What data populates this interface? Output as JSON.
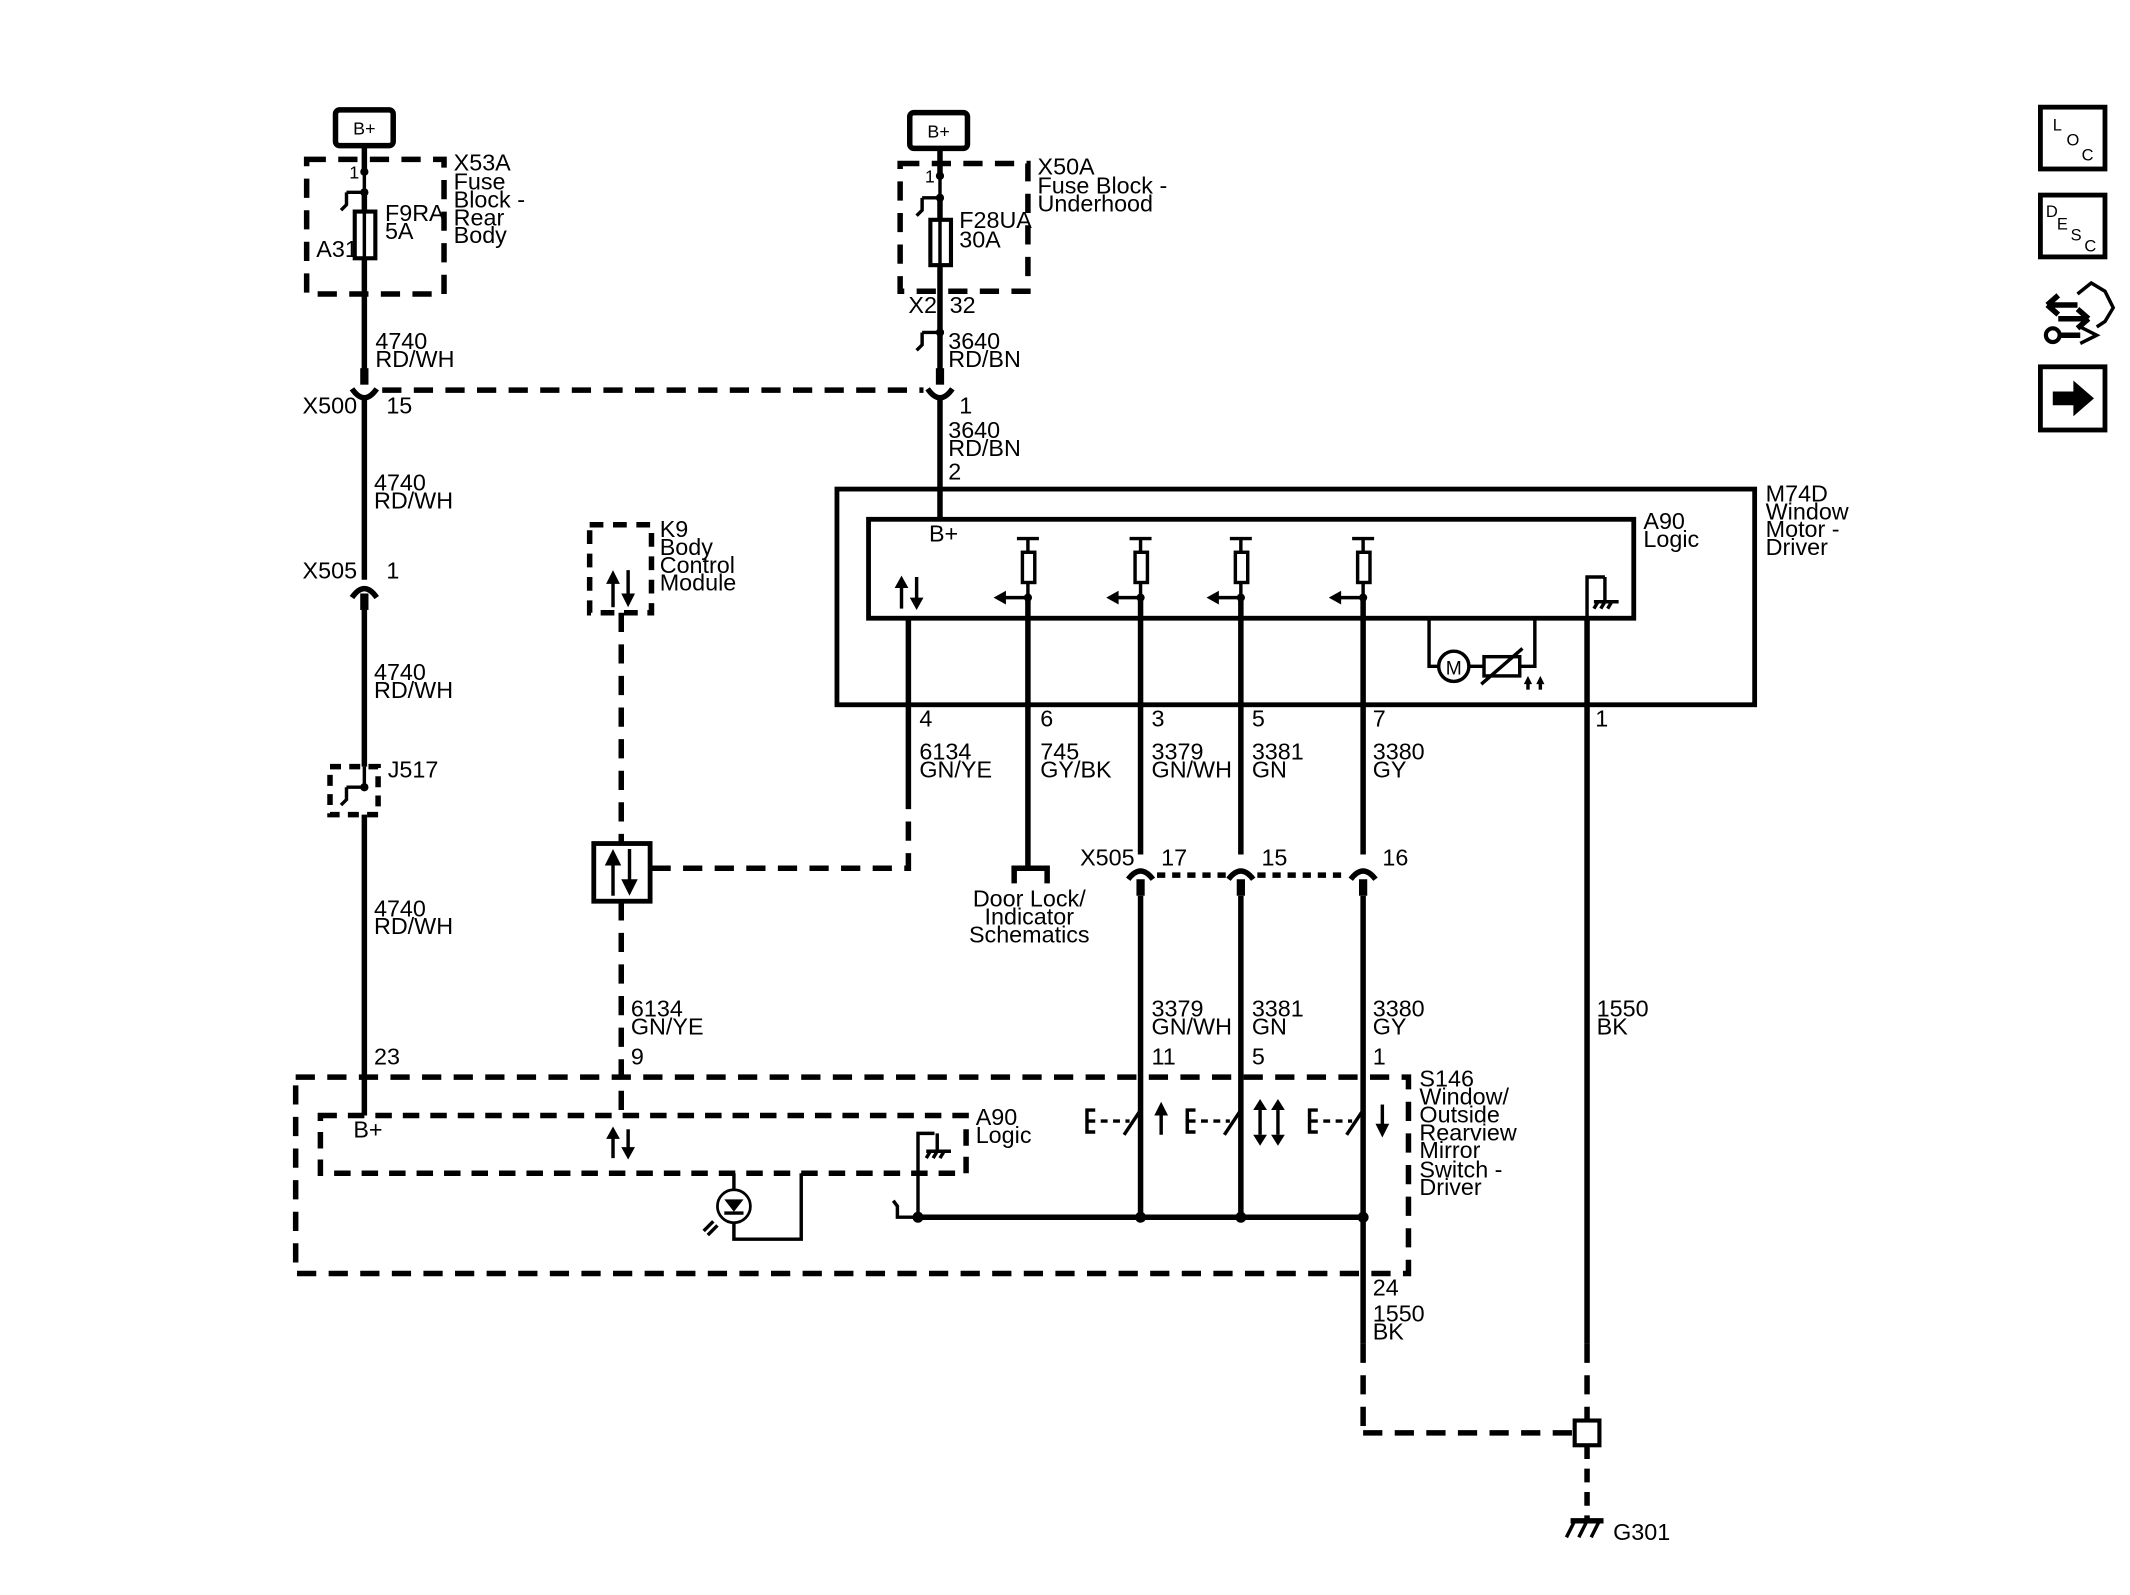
{
  "power": {
    "bplus": "B+"
  },
  "fuse_rear": {
    "connector": "X53A",
    "line1": "Fuse",
    "line2": "Block -",
    "line3": "Rear",
    "line4": "Body",
    "fuse_name": "F9RA",
    "fuse_rating": "5A",
    "pin_in": "1",
    "location": "A31"
  },
  "fuse_underhood": {
    "connector": "X50A",
    "line1": "Fuse Block -",
    "line2": "Underhood",
    "fuse_name": "F28UA",
    "fuse_rating": "30A",
    "pin_in": "1",
    "conn_out": "X2",
    "pin_out": "32"
  },
  "wires": {
    "w4740": "4740",
    "rdwh": "RD/WH",
    "w3640": "3640",
    "rdbn": "RD/BN",
    "w6134": "6134",
    "gnye": "GN/YE",
    "w745": "745",
    "gybk": "GY/BK",
    "w3379": "3379",
    "gnwh": "GN/WH",
    "w3381": "3381",
    "gn": "GN",
    "w3380": "3380",
    "gy": "GY",
    "w1550": "1550",
    "bk": "BK"
  },
  "connectors": {
    "x500": "X500",
    "x500_pin_left": "15",
    "x500_pin_right": "1",
    "x505": "X505",
    "x505_pin_top": "1",
    "j517": "J517",
    "x505_b": "X505",
    "x505_pin17": "17",
    "x505_pin15": "15",
    "x505_pin16": "16",
    "g301": "G301"
  },
  "bcm": {
    "id": "K9",
    "line1": "Body",
    "line2": "Control",
    "line3": "Module"
  },
  "motor": {
    "id": "M74D",
    "line1": "Window",
    "line2": "Motor -",
    "line3": "Driver",
    "logic": "A90",
    "logic_label": "Logic",
    "bplus": "B+",
    "pin_in": "2",
    "motor_symbol": "M",
    "pins": [
      "4",
      "6",
      "3",
      "5",
      "7",
      "1"
    ]
  },
  "switch": {
    "id": "S146",
    "line1": "Window/",
    "line2": "Outside",
    "line3": "Rearview",
    "line4": "Mirror",
    "line5": "Switch -",
    "line6": "Driver",
    "logic": "A90",
    "logic_label": "Logic",
    "bplus": "B+",
    "pins_top": [
      "23",
      "9",
      "11",
      "5",
      "1"
    ],
    "pin_bottom": "24"
  },
  "door_lock_ref": {
    "line1": "Door Lock/",
    "line2": "Indicator",
    "line3": "Schematics"
  },
  "nav_icons": [
    {
      "name": "loc-button",
      "letters": [
        "L",
        "O",
        "C"
      ]
    },
    {
      "name": "desc-button",
      "letters": [
        "D",
        "E",
        "S",
        "C"
      ]
    },
    {
      "name": "connector-repair-button"
    },
    {
      "name": "next-page-button"
    }
  ]
}
